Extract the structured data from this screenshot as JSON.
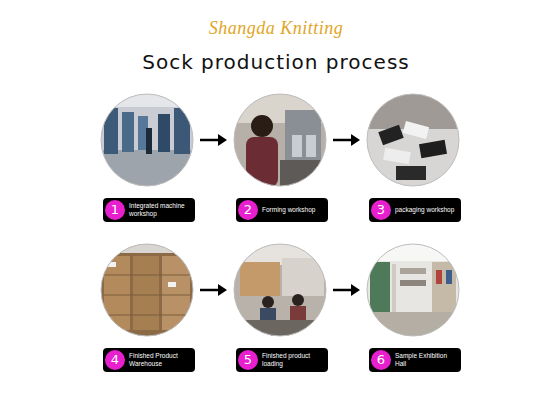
{
  "diagram": {
    "title": "Sock production process",
    "nodes": [
      {
        "text": [
          "1",
          "Integrated machine workshop"
        ]
      },
      {
        "text": [
          "2",
          "Forming workshop"
        ]
      },
      {
        "text": [
          "3",
          "packaging workshop"
        ]
      },
      {
        "text": [
          "4",
          "Finished Product Warehouse"
        ]
      },
      {
        "text": [
          "5",
          "Finished product loading"
        ]
      },
      {
        "text": [
          "6",
          "Sample Exhibition Hall"
        ]
      }
    ],
    "edges": [
      {
        "from": 0,
        "to": 1,
        "arrow": "to"
      },
      {
        "from": 1,
        "to": 2,
        "arrow": "to"
      },
      {
        "from": 3,
        "to": 4,
        "arrow": "to"
      },
      {
        "from": 4,
        "to": 5,
        "arrow": "to"
      }
    ],
    "labels": [
      "Shangda Knitting"
    ]
  }
}
